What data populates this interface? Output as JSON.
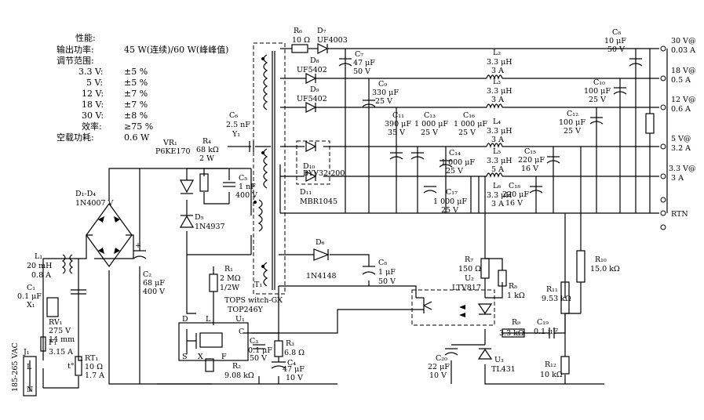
{
  "specs": {
    "rows": [
      [
        "性能:",
        ""
      ],
      [
        "输出功率:",
        "45 W(连续)/60 W(峰峰值)"
      ],
      [
        "调节范围:",
        ""
      ],
      [
        "3.3 V:",
        "±5 %"
      ],
      [
        "5 V:",
        "±5 %"
      ],
      [
        "12 V:",
        "±7 %"
      ],
      [
        "18 V:",
        "±7 %"
      ],
      [
        "30 V:",
        "±8 %"
      ],
      [
        "效率:",
        "≥75 %"
      ],
      [
        "空载功耗:",
        "0.6 W"
      ]
    ]
  },
  "input": {
    "vac": "185-265 VAC",
    "j1": "J₁",
    "l": "L",
    "n": "N",
    "f1": "F₁",
    "f1_val": "3.15 A",
    "rt1": "RT₁",
    "rt1_v1": "10 Ω",
    "rt1_v2": "1.7 A",
    "t_sym": "t°",
    "rv1": "RV₁",
    "rv1_v1": "275 V",
    "rv1_v2": "14 mm",
    "c1": "C₁",
    "c1_val": "0.1 μF",
    "x1": "X₁",
    "l1": "L₁",
    "l1_v1": "20 mH",
    "l1_v2": "0.8 A",
    "d14": "D₁-D₄",
    "d14_val": "1N4007 V",
    "c2": "C₂",
    "c2_v1": "68 μF",
    "c2_v2": "400 V"
  },
  "clamp": {
    "vr1": "VR₁",
    "vr1_val": "P6KE170",
    "r4": "R₄",
    "r4_v1": "68 kΩ",
    "r4_v2": "2 W",
    "c5": "C₅",
    "c5_v1": "1 nF",
    "c5_v2": "400 V",
    "d5": "D₅",
    "d5_val": "1N4937",
    "c6": "C₆",
    "c6_val": "2.5 nF",
    "y1": "Y₁",
    "r1": "R₁",
    "r1_v1": "2 MΩ",
    "r1_v2": "1/2W"
  },
  "controller": {
    "name1": "TOPS witch-GX",
    "name2": "TOP246Y",
    "u1": "U₁",
    "pin_d": "D",
    "pin_l": "L",
    "pin_c": "C",
    "pin_s": "S",
    "pin_x": "X",
    "pin_f": "F",
    "c3": "C₃",
    "c3_v1": "0.1 μF",
    "c3_v2": "50 V",
    "r3": "R₃",
    "r3_val": "6.8 Ω",
    "c4": "C₄",
    "c4_v1": "47 μF",
    "c4_v2": "10 V",
    "r2": "R₂",
    "r2_val": "9.08 kΩ",
    "d6": "D₆",
    "d6_val": "1N4148",
    "c8": "C₈",
    "c8_v1": "1 μF",
    "c8_v2": "50 V",
    "t1": "T₁"
  },
  "outputs": {
    "r6": "R₆",
    "r6_val": "10 Ω",
    "d7": "D₇",
    "d7_val": "UF4003",
    "c7": "C₇",
    "c7_v1": "47 μF",
    "c7_v2": "50 V",
    "d8": "D₈",
    "d8_val": "UF5402",
    "d9": "D₉",
    "d9_val": "UF5402",
    "c9": "C₉",
    "c9_v1": "330 μF",
    "c9_v2": "25 V",
    "c11": "C₁₁",
    "c11_v1": "390 μF",
    "c11_v2": "35 V",
    "c13": "C₁₃",
    "c13_v1": "1 000 μF",
    "c13_v2": "25 V",
    "c16": "C₁₆",
    "c16_v1": "1 000 μF",
    "c16_v2": "25 V",
    "c14": "C₁₄",
    "c14_v1": "1 000 μF",
    "c14_v2": "25 V",
    "c17": "C₁₇",
    "c17_v1": "1 000 μF",
    "c17_v2": "25 V",
    "d10": "D₁₀",
    "d10_val": "BYV32-200",
    "d11": "D₁₁",
    "d11_val": "MBR1045",
    "l2": "L₂",
    "l2_v1": "3.3 μH",
    "l2_v2": "3 A",
    "l3": "L₃",
    "l3_v1": "3.3 μH",
    "l3_v2": "3 A",
    "l4": "L₄",
    "l4_v1": "3.3 μH",
    "l4_v2": "3 A",
    "l5": "L₅",
    "l5_v1": "3.3 μH",
    "l5_v2": "5 A",
    "l6": "L₆",
    "l6_v1": "3.3 μH",
    "l6_v2": "3 A",
    "c8o": "C₈",
    "c8o_v1": "10 μF",
    "c8o_v2": "50 V",
    "c10": "C₁₀",
    "c10_v1": "100 μF",
    "c10_v2": "25 V",
    "c12": "C₁₂",
    "c12_v1": "100 μF",
    "c12_v2": "25 V",
    "c15": "C₁₅",
    "c15_v1": "220 μF",
    "c15_v2": "16 V",
    "c18": "C₁₈",
    "c18_v1": "220 μF",
    "c18_v2": "16 V",
    "o30": "30 V@",
    "o30a": "0.03 A",
    "o18": "18 V@",
    "o18a": "0.5 A",
    "o12": "12 V@",
    "o12a": "0.6 A",
    "o5": "5 V@",
    "o5a": "3.2 A",
    "o33": "3.3 V@",
    "o33a": "3 A",
    "rtn": "RTN"
  },
  "feedback": {
    "r7": "R₇",
    "r7_val": "150 Ω",
    "u2": "U₂",
    "u2_val": "LTV817",
    "r8": "R₈",
    "r8_val": "1 kΩ",
    "r9": "R₉",
    "r9_val": "3.3 kΩ",
    "c19": "C₁₉",
    "c19_val": "0.1 μF",
    "r10": "R₁₀",
    "r10_val": "15.0 kΩ",
    "r11": "R₁₁",
    "r11_val": "9.53 kΩ",
    "c20": "C₂₀",
    "c20_v1": "22 μF",
    "c20_v2": "10 V",
    "u3": "U₃",
    "u3_val": "TL431",
    "r12": "R₁₂",
    "r12_val": "10 kΩ"
  }
}
